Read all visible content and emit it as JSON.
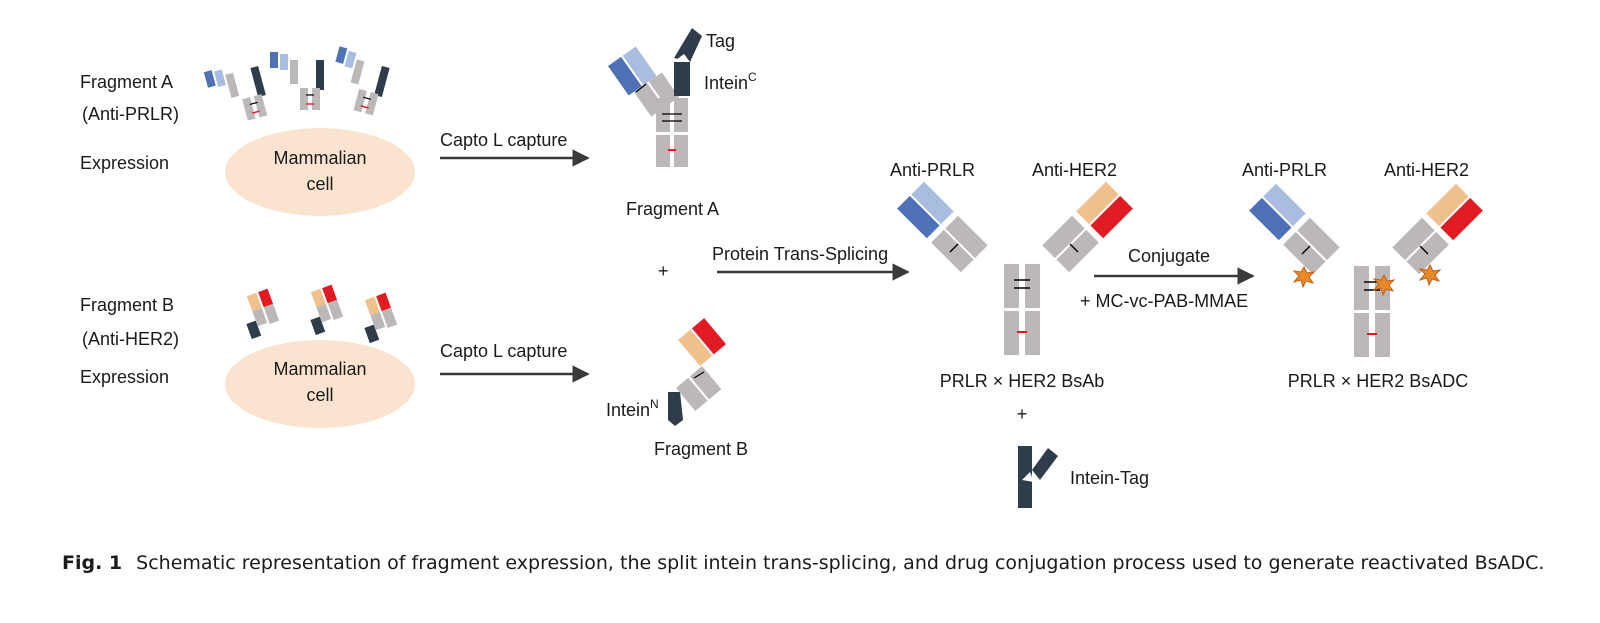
{
  "colors": {
    "gray": "#bcb8b8",
    "dark": "#2f3c4b",
    "blue_dark": "#4f72b6",
    "blue_light": "#a9bde0",
    "orange": "#f0c08d",
    "red": "#e01b23",
    "cell": "#fae4cf",
    "arrow": "#3a3a3a",
    "drug": "#e88a2a"
  },
  "left": {
    "fragment_a": {
      "title": "Fragment A",
      "target": "(Anti-PRLR)",
      "step": "Expression",
      "cell_line1": "Mammalian",
      "cell_line2": "cell"
    },
    "fragment_b": {
      "title": "Fragment B",
      "target": "(Anti-HER2)",
      "step": "Expression",
      "cell_line1": "Mammalian",
      "cell_line2": "cell"
    }
  },
  "arrows": {
    "capture_top": "Capto L capture",
    "capture_bottom": "Capto L capture",
    "splicing": "Protein Trans-Splicing",
    "conjugate": "Conjugate",
    "conjugate_reagent": "+ MC-vc-PAB-MMAE"
  },
  "middle": {
    "tag": "Tag",
    "intein_c_base": "Intein",
    "intein_c_sup": "C",
    "fragment_a": "Fragment A",
    "plus": "+",
    "intein_n_base": "Intein",
    "intein_n_sup": "N",
    "fragment_b": "Fragment B"
  },
  "bsab": {
    "arm_left": "Anti-PRLR",
    "arm_right": "Anti-HER2",
    "name": "PRLR × HER2 BsAb",
    "plus": "+",
    "byproduct": "Intein-Tag"
  },
  "bsadc": {
    "arm_left": "Anti-PRLR",
    "arm_right": "Anti-HER2",
    "name": "PRLR × HER2 BsADC"
  },
  "caption": {
    "label": "Fig. 1",
    "text": "Schematic representation of fragment expression, the split intein trans-splicing, and drug conjugation process used to generate reactivated BsADC."
  }
}
